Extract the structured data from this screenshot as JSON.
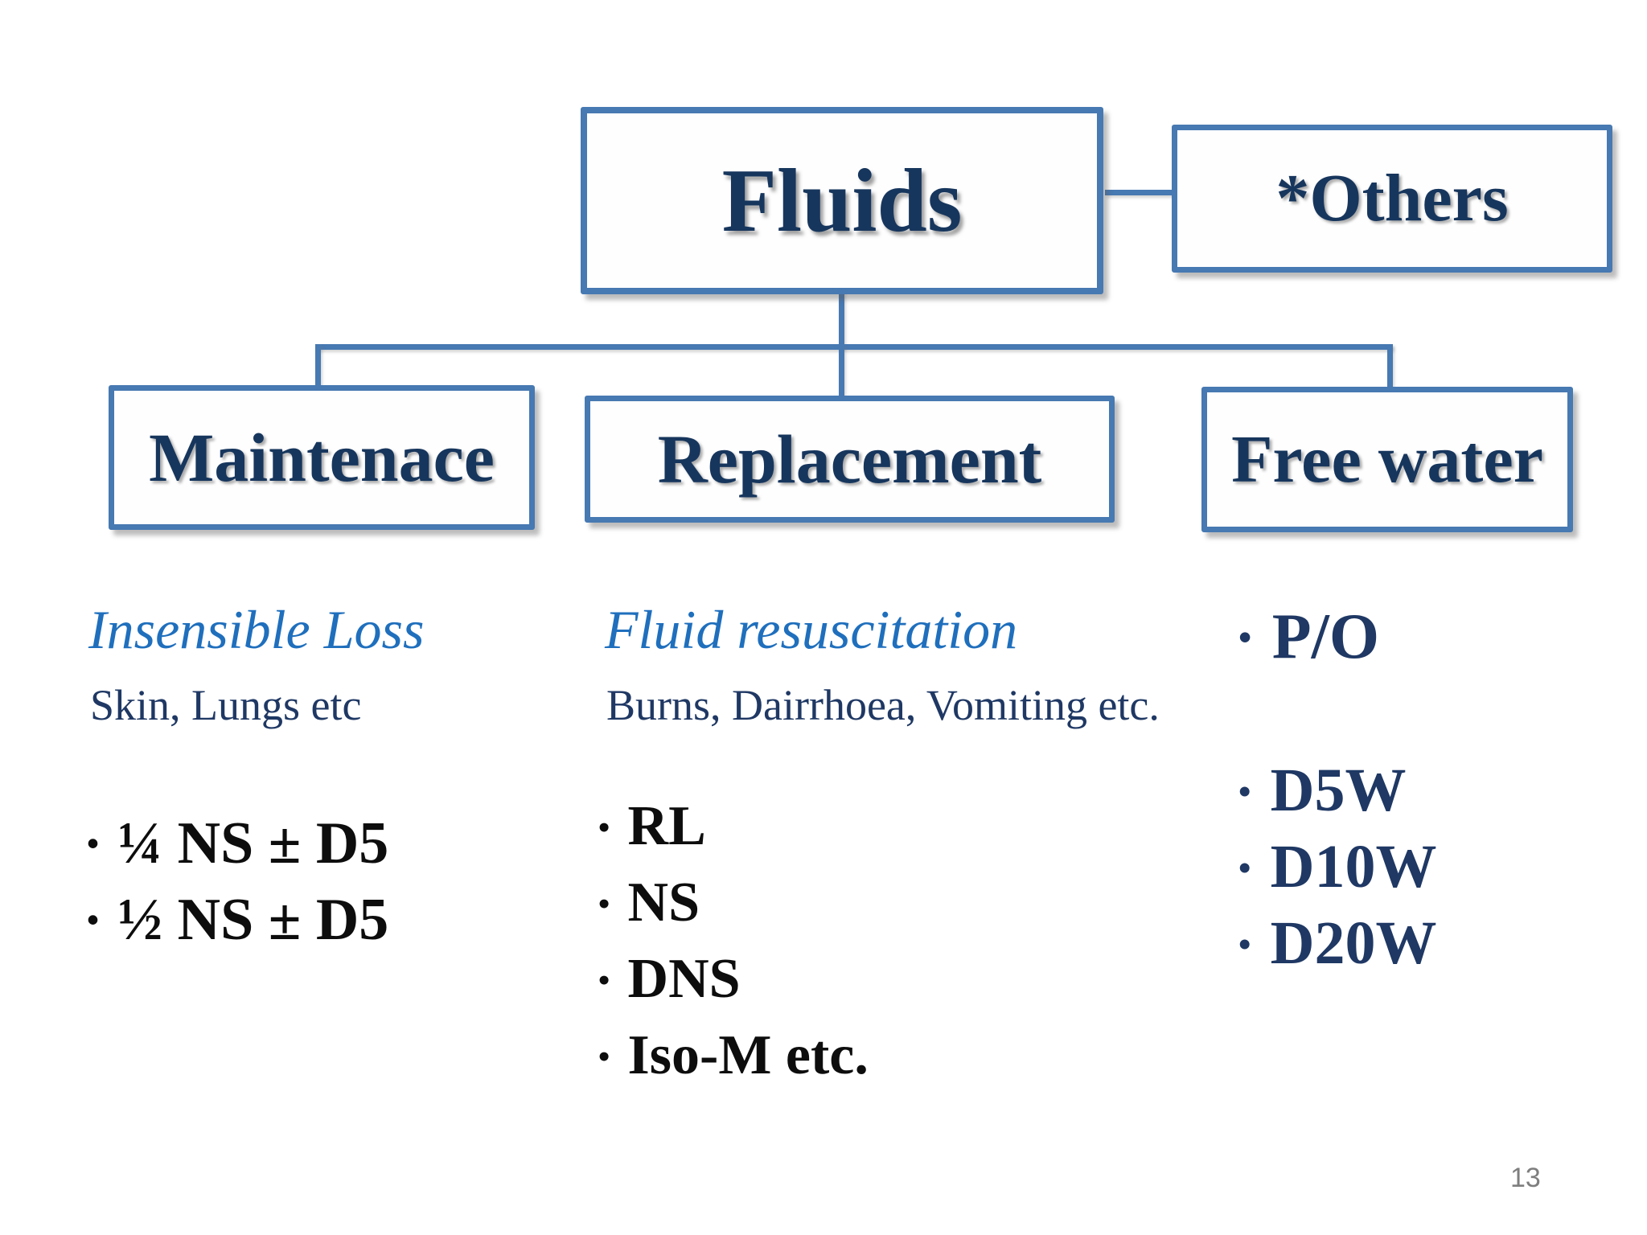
{
  "slide": {
    "page_number": "13",
    "bullet_char": "•"
  },
  "colors": {
    "bg": "#ffffff",
    "line": "#4779b2",
    "box_fill": "#fefefe",
    "title_navy": "#17365d",
    "body_navy": "#1f3864",
    "accent_blue": "#1f6fbd",
    "bullet_black": "#0d0d0d",
    "page_gray": "#7e7e7e"
  },
  "diagram": {
    "root_label": "Fluids",
    "side_label": "*Others",
    "child_labels": [
      "Maintenace",
      "Replacement",
      "Free water"
    ]
  },
  "columns": [
    {
      "heading": "Insensible Loss",
      "detail": "Skin, Lungs etc",
      "bullets": [
        "¼ NS ± D5",
        "½ NS ± D5"
      ]
    },
    {
      "heading": "Fluid resuscitation",
      "detail": "Burns, Dairrhoea, Vomiting etc.",
      "bullets": [
        "RL",
        "NS",
        "DNS",
        "Iso-M etc."
      ]
    },
    {
      "upper_bullets": [
        "P/O"
      ],
      "lower_bullets": [
        "D5W",
        "D10W",
        "D20W"
      ]
    }
  ]
}
